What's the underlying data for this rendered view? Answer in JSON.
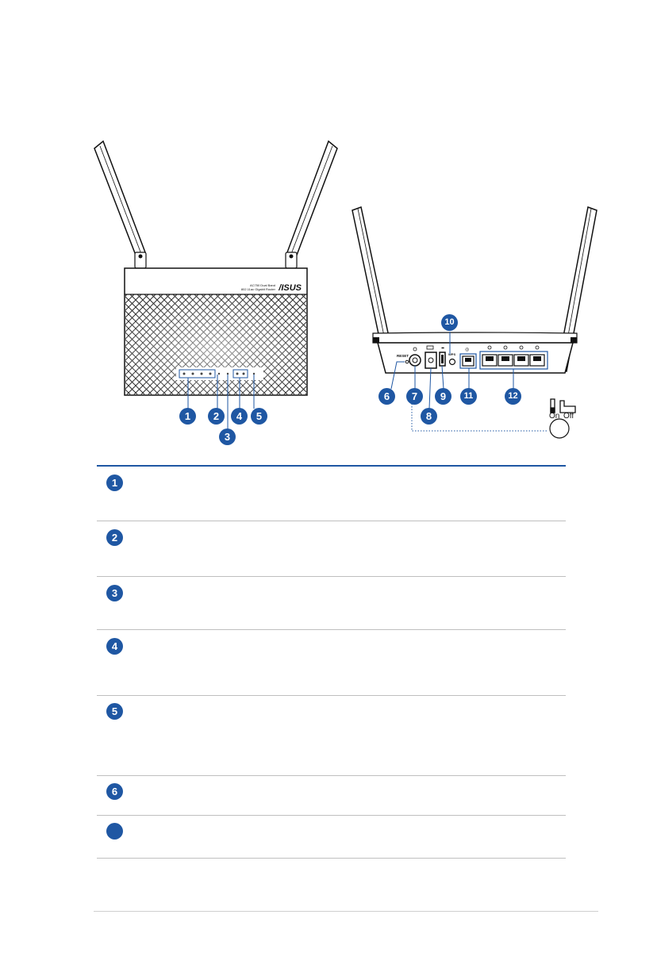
{
  "front_view": {
    "brand_text": "/ISUS",
    "model_text": [
      "AC750 Dual Band",
      "802.11ac Gigabit Router"
    ],
    "callouts": [
      "1",
      "2",
      "3",
      "4",
      "5"
    ]
  },
  "rear_view": {
    "labels": {
      "reset": "RESET",
      "wps": "WPS"
    },
    "callouts": [
      "6",
      "7",
      "8",
      "9",
      "10",
      "11",
      "12"
    ],
    "switch_labels": {
      "on": "On",
      "off": "Off"
    }
  },
  "table": {
    "rows": [
      {
        "badge": "1"
      },
      {
        "badge": "2"
      },
      {
        "badge": "3"
      },
      {
        "badge": "4"
      },
      {
        "badge": "5"
      },
      {
        "badge": "6"
      },
      {
        "badge": ""
      }
    ]
  },
  "colors": {
    "accent": "#1f57a3",
    "line": "#bfbfbf",
    "device": "#222222"
  }
}
